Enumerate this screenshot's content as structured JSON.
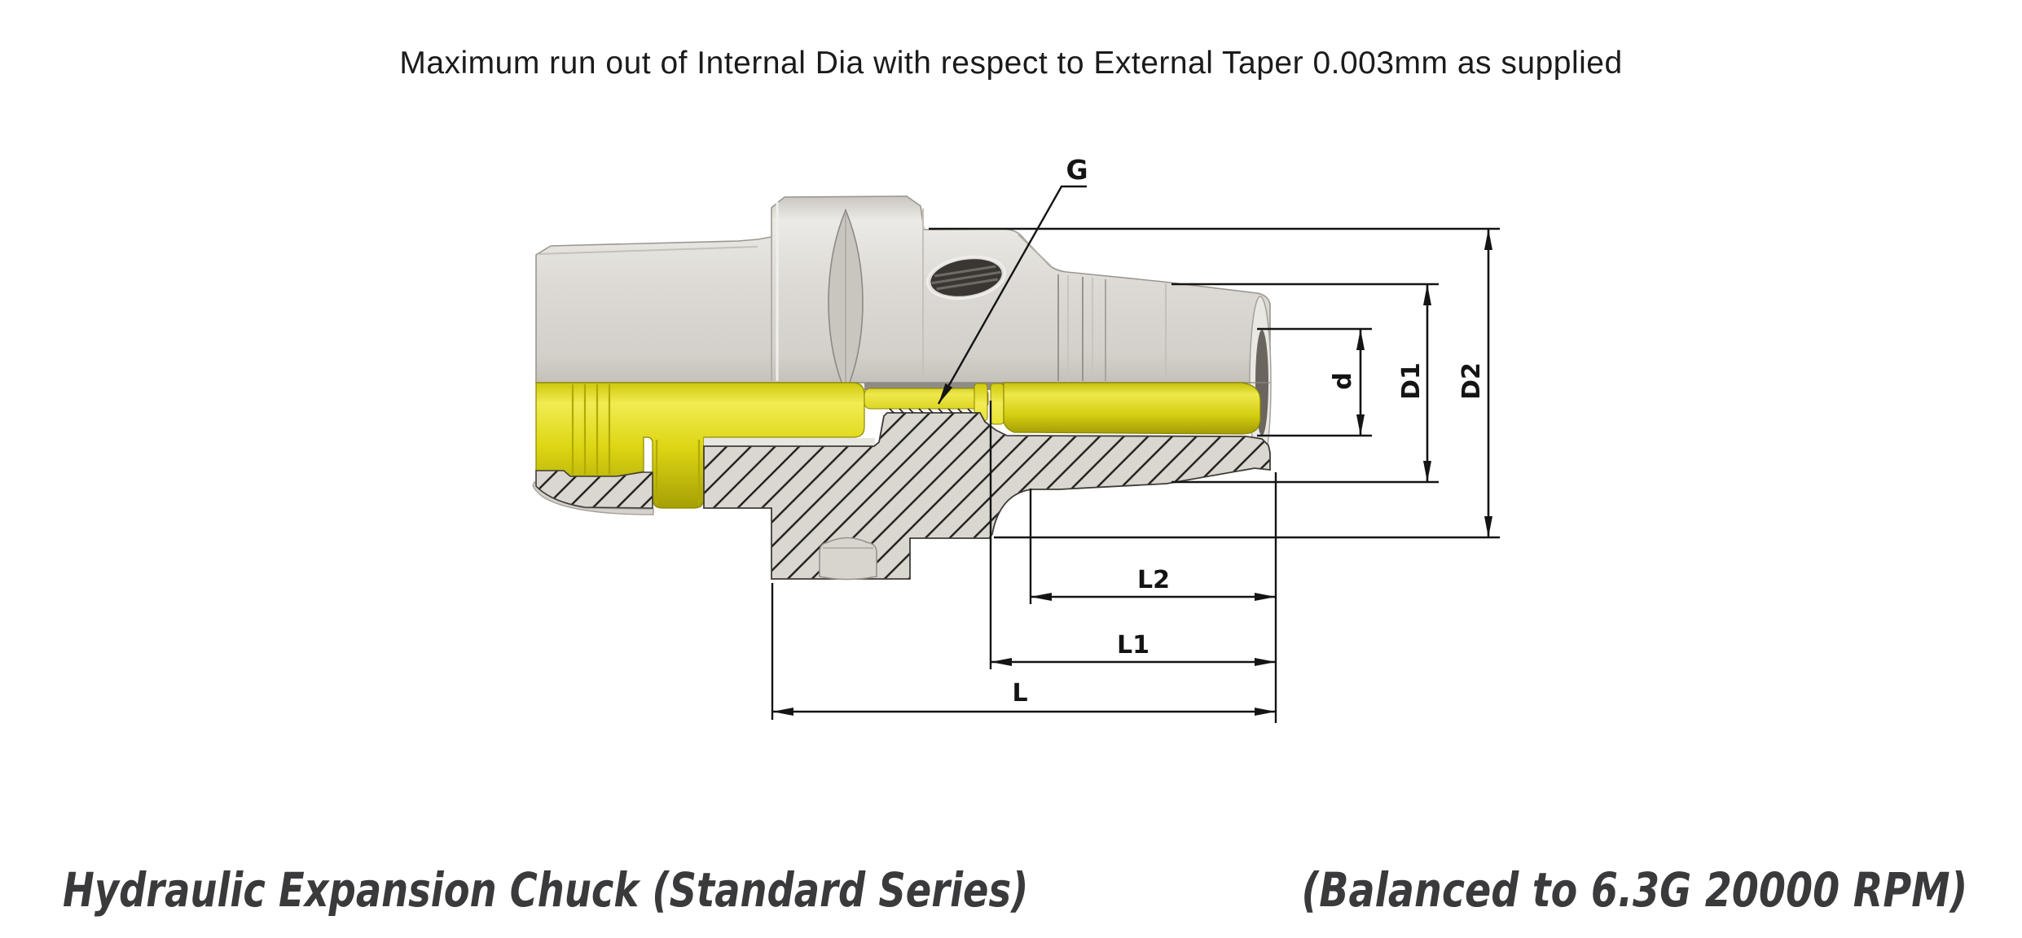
{
  "note_top": "Maximum run out of Internal Dia with respect to External Taper 0.003mm as supplied",
  "captions": {
    "left": "Hydraulic Expansion Chuck (Standard Series)",
    "right": "(Balanced to 6.3G 20000 RPM)"
  },
  "dimension_labels": {
    "g": "G",
    "d": "d",
    "d1": "D1",
    "d2": "D2",
    "l2": "L2",
    "l1": "L1",
    "l": "L"
  },
  "colors": {
    "background": "#ffffff",
    "body_grey": "#dcd9d4",
    "section_yellow": "#ddd613",
    "hatch_face": "#dad7d1",
    "hatch_line": "#1f1d1a",
    "dimension_line": "#141414",
    "note_text": "#1b1b1b",
    "caption_text": "#3a393b"
  }
}
